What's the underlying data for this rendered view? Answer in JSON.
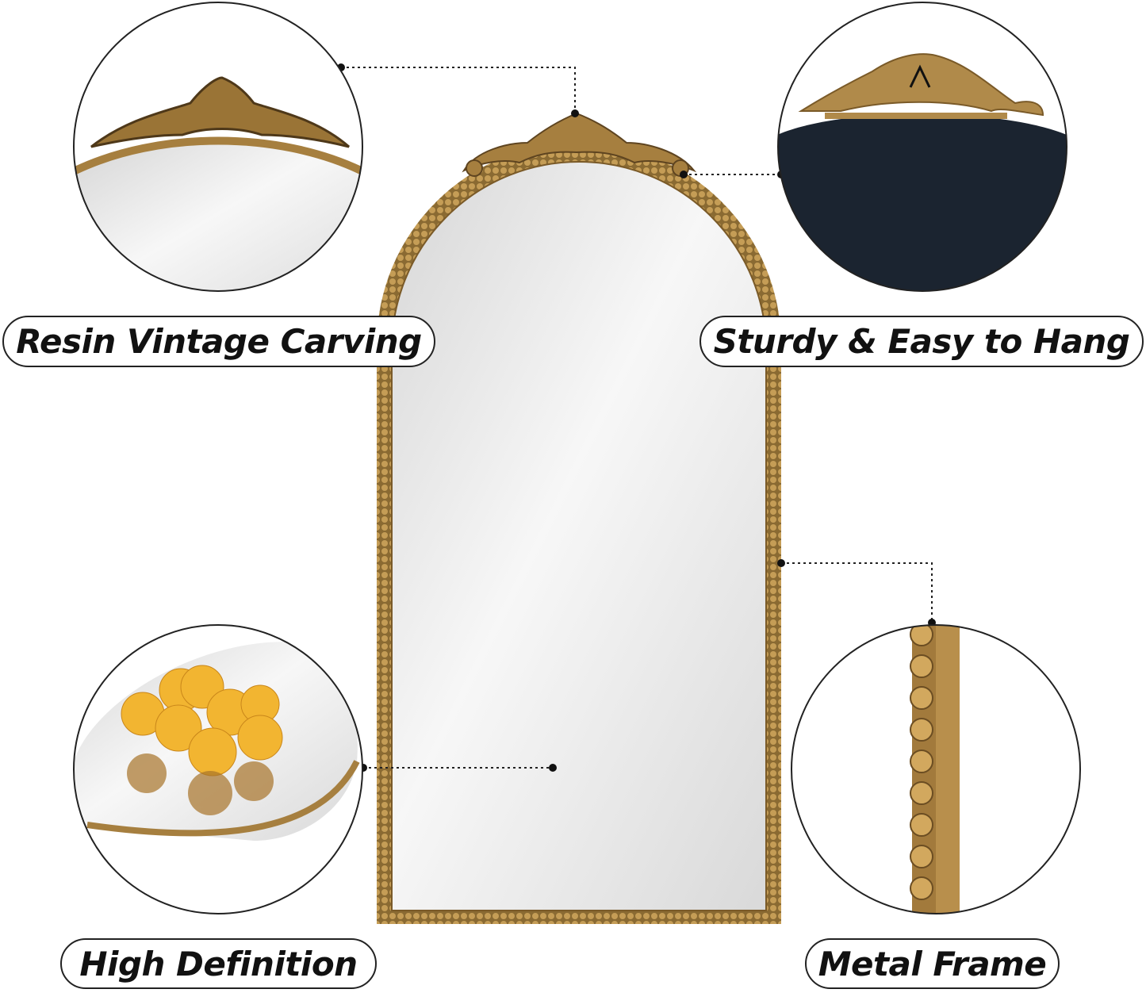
{
  "features": [
    {
      "label": "Resin Vintage Carving",
      "icon": "ornate-crown-closeup"
    },
    {
      "label": "Sturdy & Easy to Hang",
      "icon": "back-hanging-hardware-closeup"
    },
    {
      "label": "High Definition",
      "icon": "reflection-closeup"
    },
    {
      "label": "Metal Frame",
      "icon": "beaded-frame-edge-closeup"
    }
  ],
  "colors": {
    "gold": "#b08a4a",
    "gold_dark": "#7a5a28",
    "mirror": "#e6e6e6",
    "back_panel": "#1b2430",
    "fruit": "#f2b531"
  }
}
